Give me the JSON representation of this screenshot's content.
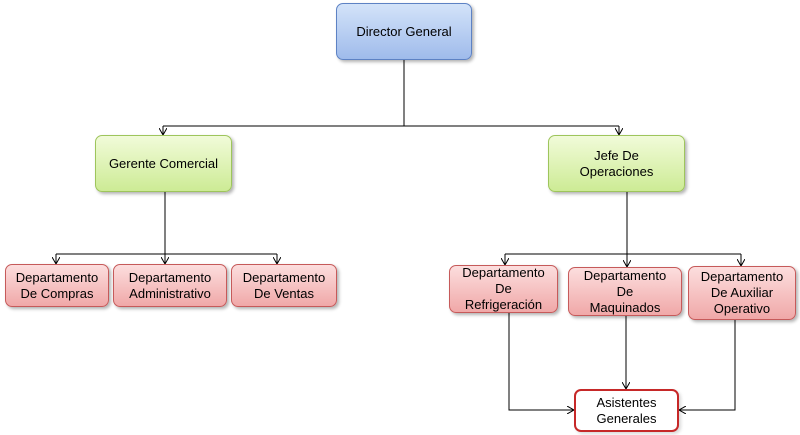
{
  "org_chart": {
    "director": "Director General",
    "gerente_comercial": "Gerente Comercial",
    "jefe_operaciones": "Jefe De\nOperaciones",
    "depto_compras": "Departamento\nDe Compras",
    "depto_administrativo": "Departamento\nAdministrativo",
    "depto_ventas": "Departamento\nDe Ventas",
    "depto_refrigeracion": "Departamento\nDe\nRefrigeración",
    "depto_maquinados": "Departamento\nDe\nMaquinados",
    "depto_auxiliar": "Departamento\nDe Auxiliar\nOperativo",
    "asistentes": "Asistentes\nGenerales"
  },
  "colors": {
    "connector": "#000000",
    "box_blue": "#9fbbeb",
    "box_green": "#cdeb95",
    "box_red": "#f0a8a8",
    "box_outline_red": "#c62828"
  }
}
